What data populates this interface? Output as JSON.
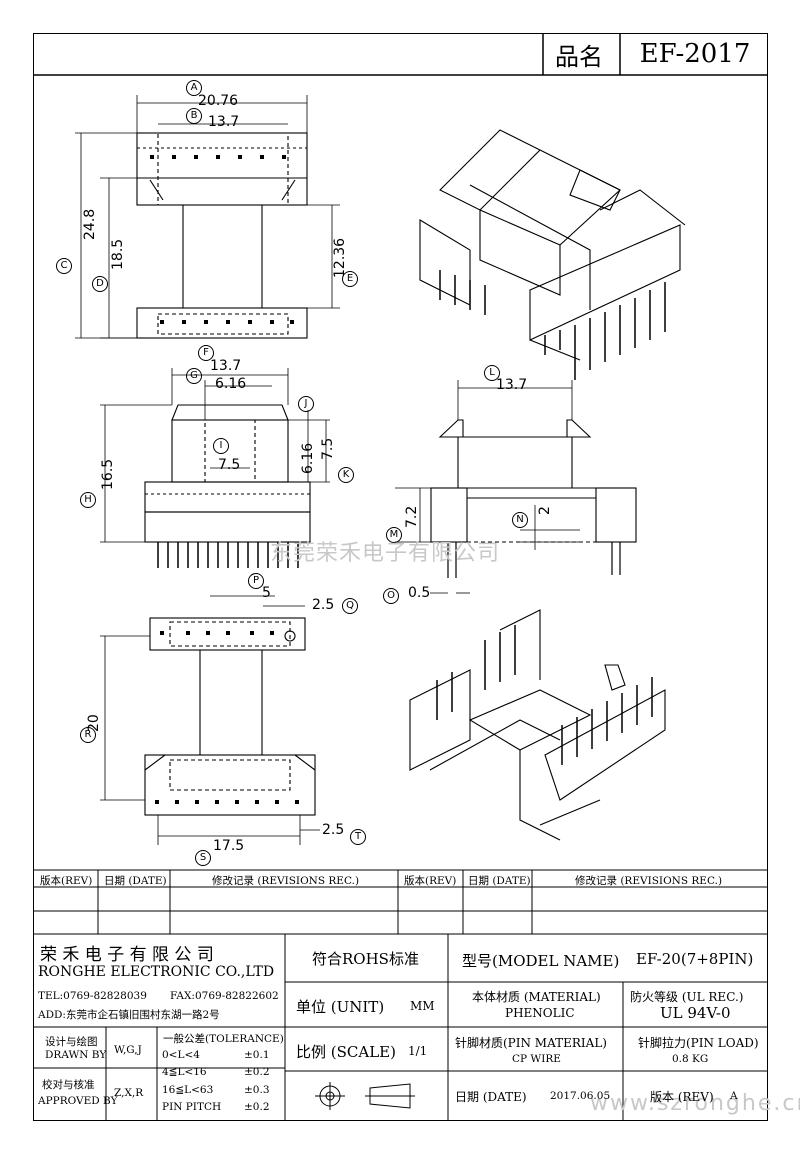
{
  "header": {
    "name_label": "品名",
    "code": "EF-2017"
  },
  "dims": {
    "A": "20.76",
    "B": "13.7",
    "C": "24.8",
    "D": "18.5",
    "E": "12.36",
    "F": "13.7",
    "G": "6.16",
    "H": "16.5",
    "I": "7.5",
    "J": "6.16",
    "K": "7.5",
    "L": "13.7",
    "M": "7.2",
    "N": "2",
    "O": "0.5",
    "P": "5",
    "Q": "2.5",
    "R": "20",
    "S": "17.5",
    "T": "2.5"
  },
  "letters": [
    "A",
    "B",
    "C",
    "D",
    "E",
    "F",
    "G",
    "H",
    "I",
    "J",
    "K",
    "L",
    "M",
    "N",
    "O",
    "P",
    "Q",
    "R",
    "S",
    "T"
  ],
  "revisions": {
    "rev_label": "版本(REV)",
    "date_label": "日期 (DATE)",
    "rec_label": "修改记录 (REVISIONS REC.)"
  },
  "company": {
    "name_cn": "荣 禾 电 子 有 限 公 司",
    "name_en": "RONGHE ELECTRONIC CO.,LTD",
    "tel": "TEL:0769-82828039",
    "fax": "FAX:0769-82822602",
    "addr": "ADD:东莞市企石镇旧围村东湖一路2号"
  },
  "drawn": {
    "label_cn": "设计与绘图",
    "label_en": "DRAWN BY",
    "value": "W,G,J"
  },
  "approved": {
    "label_cn": "校对与核准",
    "label_en": "APPROVED BY",
    "value": "Z,X,R"
  },
  "tolerance": {
    "title": "一般公差(TOLERANCE)",
    "rows": [
      {
        "range": "0<L<4",
        "tol": "±0.1"
      },
      {
        "range": "4≦L<16",
        "tol": "±0.2"
      },
      {
        "range": "16≦L<63",
        "tol": "±0.3"
      },
      {
        "range": "PIN PITCH",
        "tol": "±0.2"
      }
    ]
  },
  "rohs": "符合ROHS标准",
  "unit": {
    "label": "单位 (UNIT)",
    "value": "MM"
  },
  "scale": {
    "label": "比例 (SCALE)",
    "value": "1/1"
  },
  "model": {
    "label": "型号(MODEL NAME)",
    "value": "EF-20(7+8PIN)"
  },
  "material": {
    "label": "本体材质 (MATERIAL)",
    "value": "PHENOLIC"
  },
  "fire": {
    "label": "防火等级 (UL REC.)",
    "value": "UL 94V-0"
  },
  "pin_material": {
    "label": "针脚材质(PIN MATERIAL)",
    "value": "CP WIRE"
  },
  "pin_load": {
    "label": "针脚拉力(PIN LOAD)",
    "value": "0.8 KG"
  },
  "date": {
    "label": "日期 (DATE)",
    "value": "2017.06.05"
  },
  "version": {
    "label": "版本 (REV)",
    "value": "A"
  },
  "watermark": "东莞荣禾电子有限公司",
  "watermark_url": "www.szronghe.cn"
}
